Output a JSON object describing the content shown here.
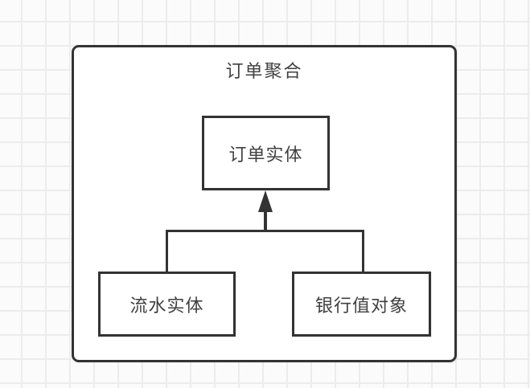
{
  "diagram": {
    "aggregate": {
      "title": "订单聚合"
    },
    "nodes": {
      "order_entity": {
        "label": "订单实体"
      },
      "flow_entity": {
        "label": "流水实体"
      },
      "bank_value_object": {
        "label": "银行值对象"
      }
    },
    "edges": [
      {
        "from": "flow_entity",
        "to": "order_entity",
        "style": "elbow",
        "arrowhead": "filled-triangle-up"
      },
      {
        "from": "bank_value_object",
        "to": "order_entity",
        "style": "elbow",
        "arrowhead": "filled-triangle-up"
      }
    ],
    "colors": {
      "line": "#333333",
      "text": "#404040",
      "node_fill": "#ffffff",
      "page_background": "#fbfbfb",
      "grid_line": "#ececec"
    }
  }
}
